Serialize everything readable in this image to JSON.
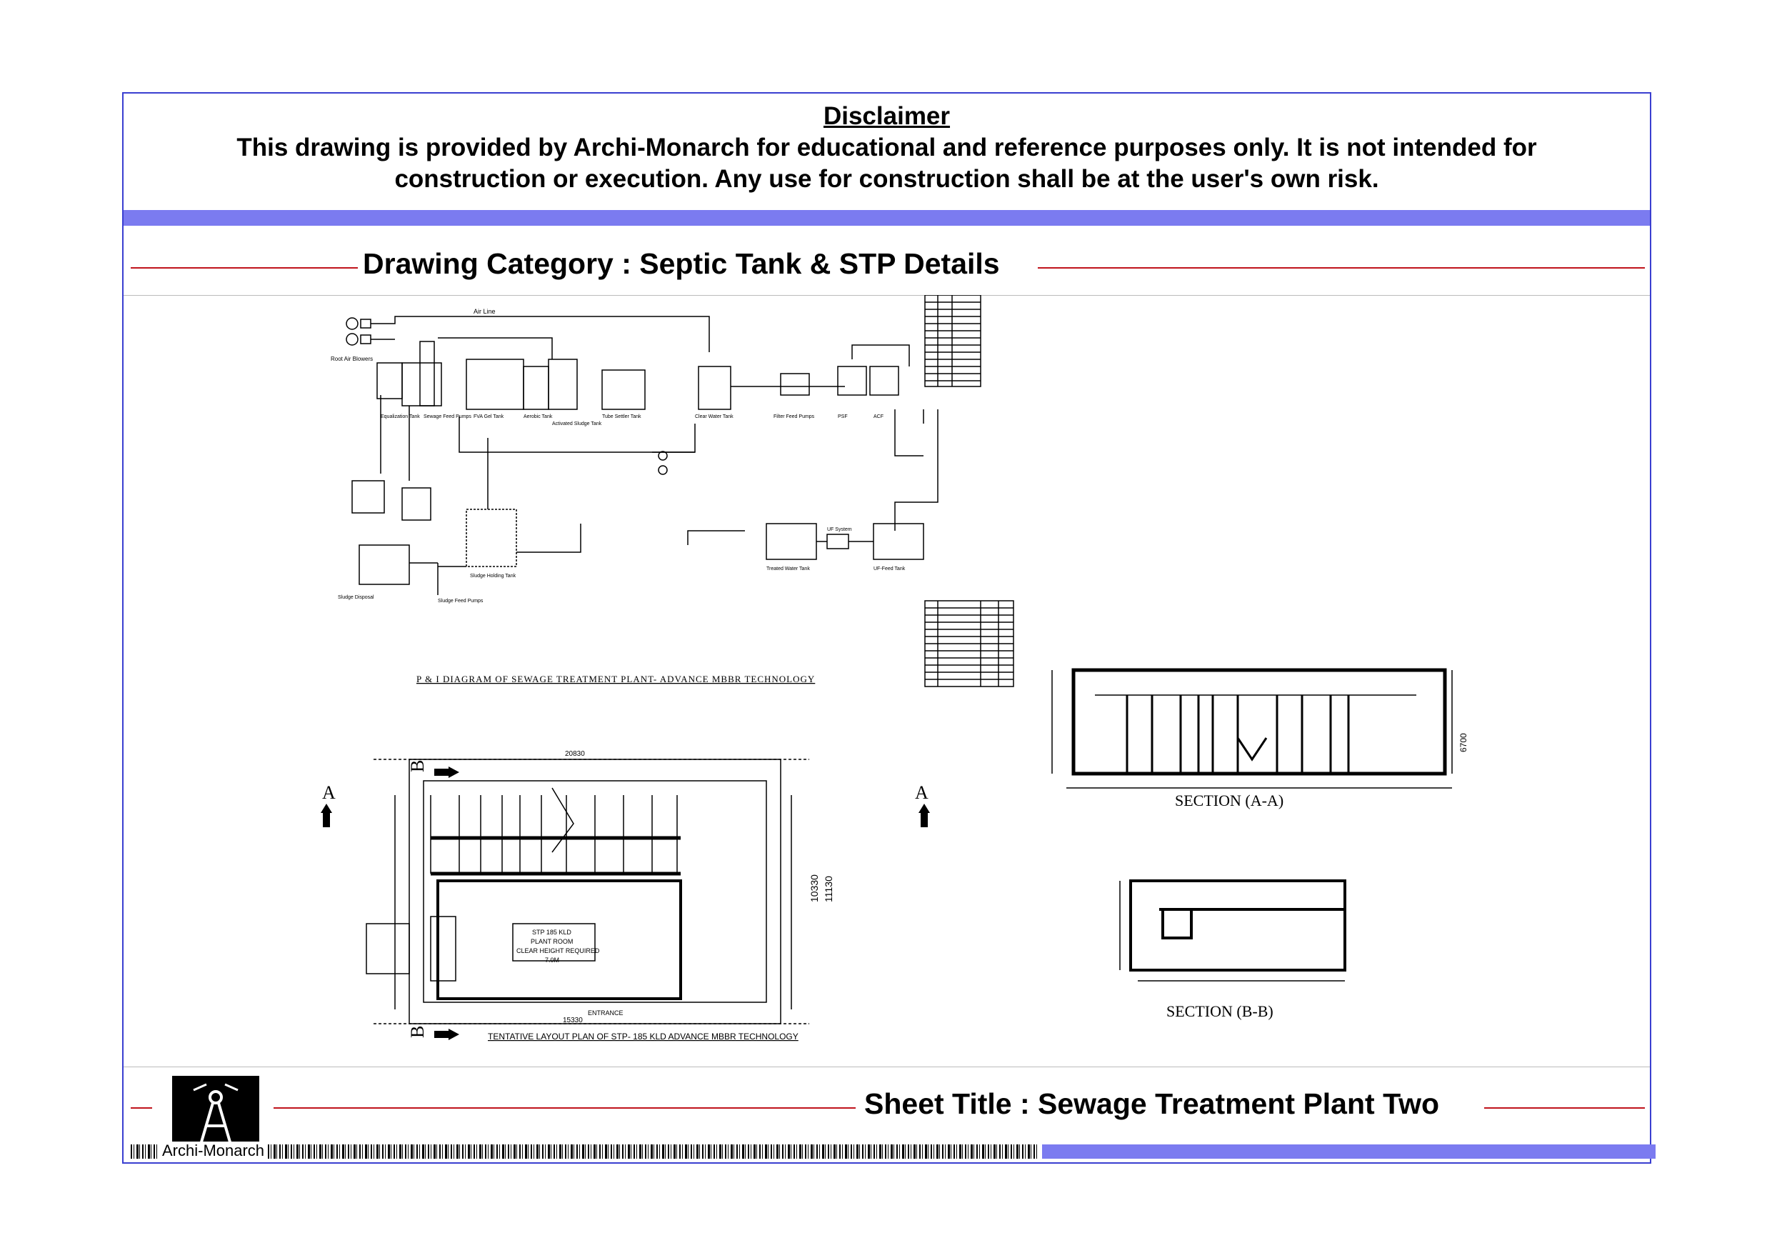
{
  "disclaimer": {
    "title": "Disclaimer",
    "text": "This drawing is provided by Archi-Monarch for educational and reference purposes only. It is not intended for construction or execution. Any use for construction shall be at the user's own risk."
  },
  "header": {
    "category": "Drawing Category : Septic Tank & STP Details"
  },
  "drawings": {
    "pid_title": "P & I DIAGRAM OF SEWAGE TREATMENT PLANT- ADVANCE MBBR TECHNOLOGY",
    "layout_title": "TENTATIVE LAYOUT PLAN OF STP- 185 KLD ADVANCE MBBR TECHNOLOGY",
    "section_aa": "SECTION (A-A)",
    "section_bb": "SECTION (B-B)",
    "air_line": "Air Line",
    "plant_room": [
      "STP 185 KLD",
      "PLANT ROOM",
      "CLEAR HEIGHT REQUIRED",
      "7.0M"
    ],
    "entrance": "ENTRANCE",
    "dims": {
      "overall_width": "20830",
      "overall_width_bottom": "15330",
      "height_left": "10330",
      "height_right": "11130",
      "section_height": "6700"
    },
    "pid_labels": [
      "Root Air Blowers",
      "Equalization Tank",
      "Sewage Feed Pumps",
      "FVA Gel Tank",
      "Aerobic Tank",
      "Activated Sludge Tank",
      "Tube Settler Tank",
      "Clear Water Tank",
      "Filter Feed Pumps",
      "PSF",
      "ACF",
      "Treated Water Tank",
      "UF System",
      "UF-Feed Tank",
      "Sludge Holding Tank",
      "Sludge Feed Pumps",
      "Sludge Disposal"
    ],
    "markers": {
      "a": "A",
      "b": "B"
    }
  },
  "footer": {
    "sheet_title": "Sheet Title : Sewage Treatment Plant Two",
    "brand": "Archi-Monarch"
  },
  "colors": {
    "border": "#3a3fd0",
    "band": "#7b7bf0",
    "accent_line": "#c0141c"
  }
}
